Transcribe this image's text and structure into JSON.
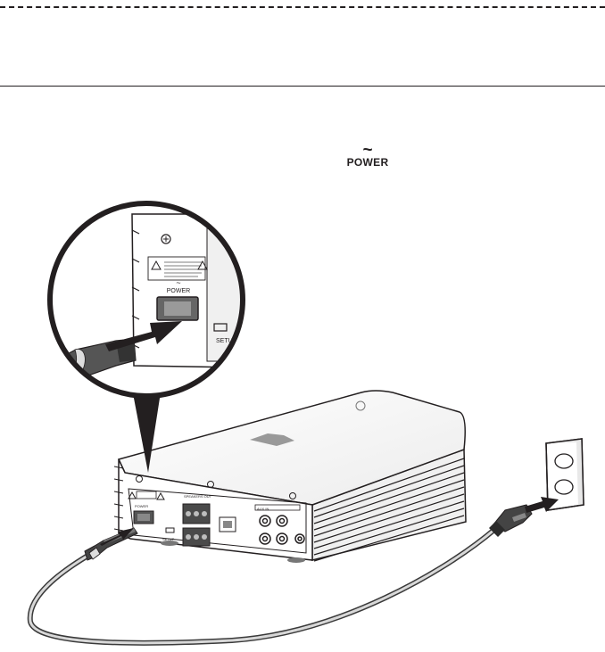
{
  "header": {
    "rule_color": "#231f20"
  },
  "power_symbol": {
    "glyph": "~",
    "label": "POWER"
  },
  "illustration": {
    "inset_labels": {
      "symbol": "~",
      "power": "POWER",
      "setup": "SETUP"
    },
    "unit_labels": {
      "power": "POWER",
      "setup": "SETUP",
      "speakers": "SPEAKERS OUT",
      "audio": "AUX IN"
    }
  }
}
